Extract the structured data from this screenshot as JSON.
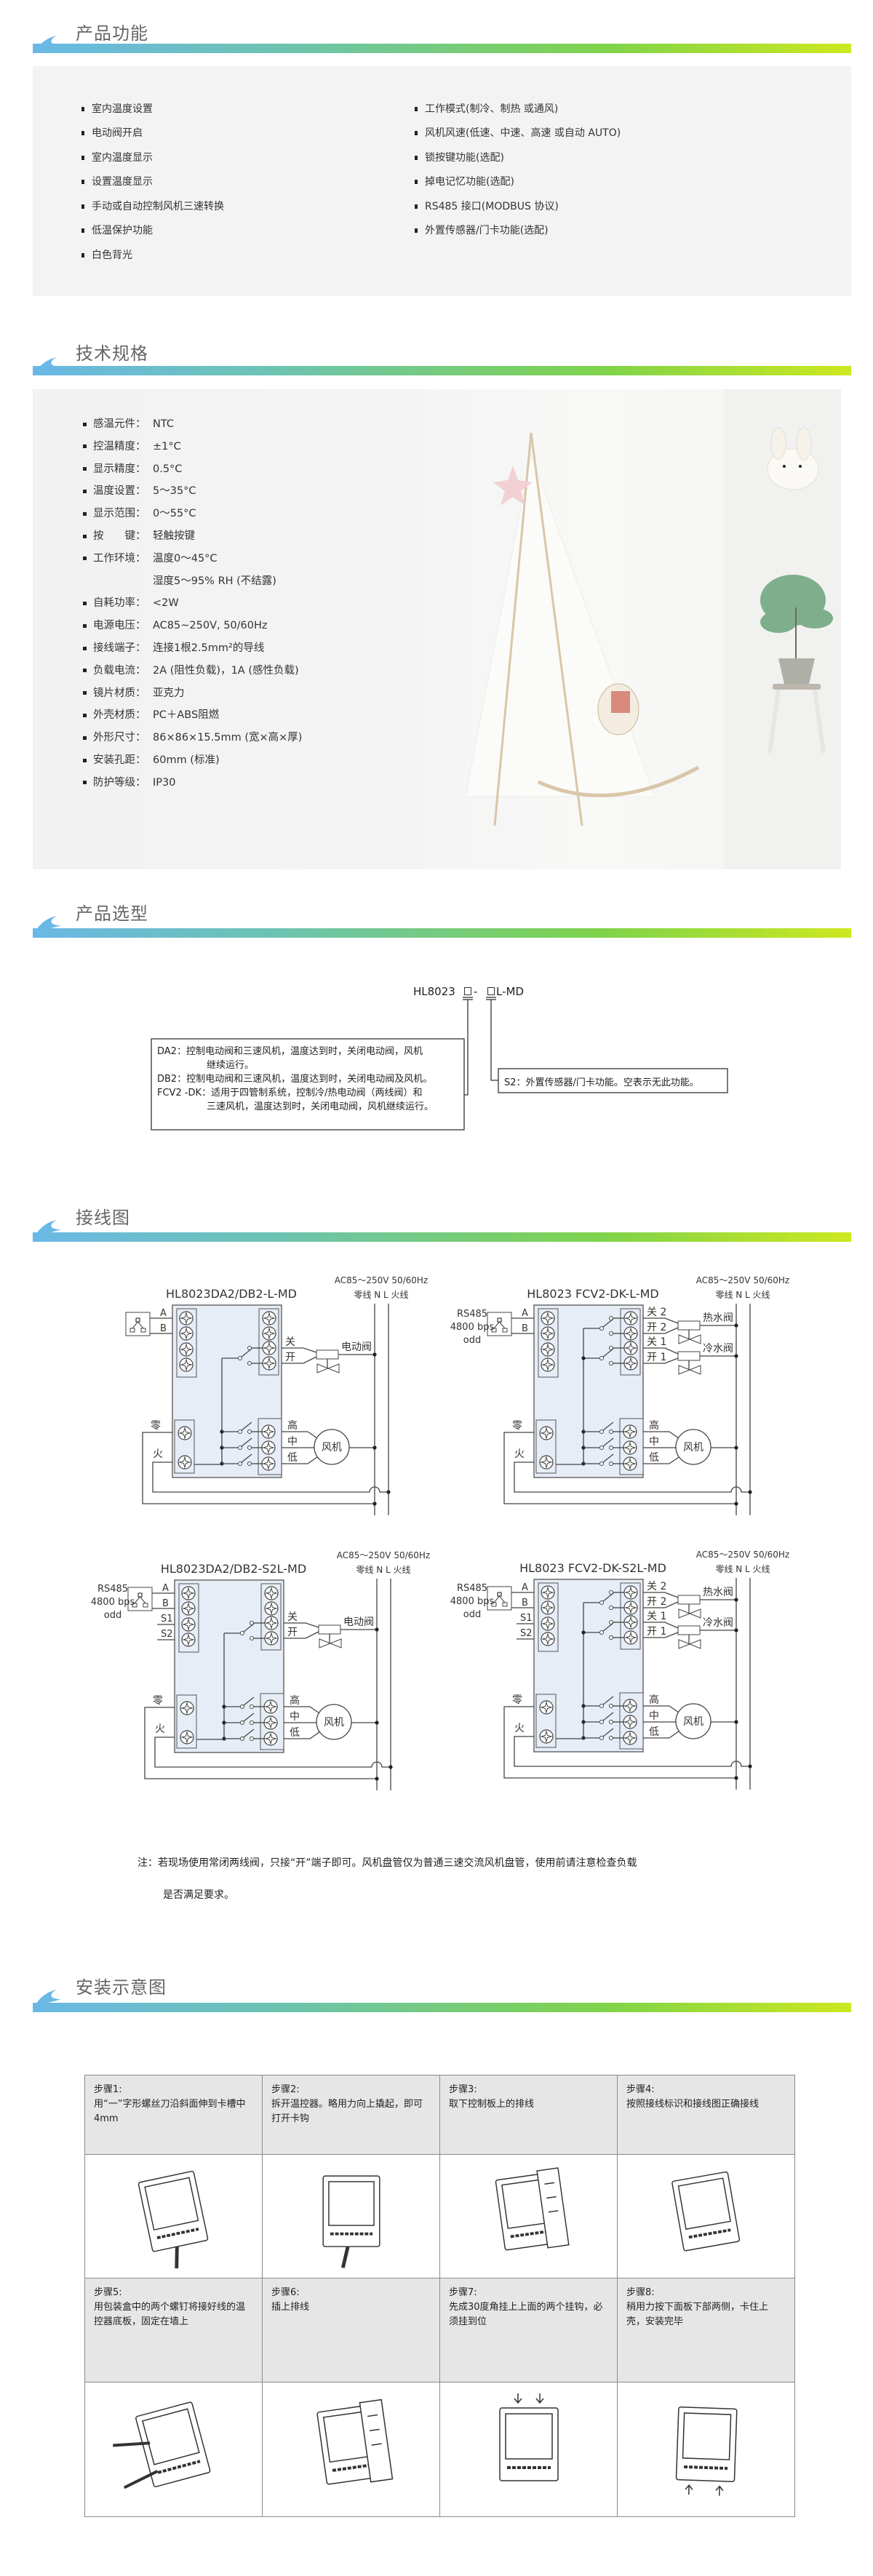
{
  "sections": {
    "features": "产品功能",
    "specs": "技术规格",
    "selection": "产品选型",
    "wiring": "接线图",
    "install": "安装示意图"
  },
  "features": {
    "left": [
      "室内温度设置",
      "电动阀开启",
      "室内温度显示",
      "设置温度显示",
      "手动或自动控制风机三速转换",
      "低温保护功能",
      "白色背光"
    ],
    "right": [
      "工作模式(制冷、制热 或通风)",
      "风机风速(低速、中速、高速 或自动 AUTO)",
      "锁按键功能(选配)",
      "掉电记忆功能(选配)",
      "RS485 接口(MODBUS 协议)",
      "外置传感器/门卡功能(选配)"
    ]
  },
  "specs": [
    {
      "k": "感温元件：",
      "v": "NTC"
    },
    {
      "k": "控温精度：",
      "v": "±1°C"
    },
    {
      "k": "显示精度：",
      "v": "0.5°C"
    },
    {
      "k": "温度设置：",
      "v": "5～35°C"
    },
    {
      "k": "显示范围：",
      "v": "0～55°C"
    },
    {
      "k": "按　　键：",
      "v": "轻触按键"
    },
    {
      "k": "工作环境：",
      "v": "温度0～45°C"
    },
    {
      "k": "",
      "v": "湿度5～95% RH (不结露)"
    },
    {
      "k": "自耗功率：",
      "v": "<2W"
    },
    {
      "k": "电源电压：",
      "v": "AC85~250V, 50/60Hz"
    },
    {
      "k": "接线端子：",
      "v": "连接1根2.5mm²的导线"
    },
    {
      "k": "负载电流：",
      "v": "2A (阻性负载)，1A (感性负载)"
    },
    {
      "k": "镜片材质：",
      "v": "亚克力"
    },
    {
      "k": "外壳材质：",
      "v": "PC＋ABS阻燃"
    },
    {
      "k": "外形尺寸：",
      "v": "86×86×15.5mm (宽×高×厚)"
    },
    {
      "k": "安装孔距：",
      "v": "60mm (标准)"
    },
    {
      "k": "防护等级：",
      "v": "IP30"
    }
  ],
  "selection": {
    "model_prefix": "HL8023",
    "model_dash": "-",
    "model_suffix": "L-MD",
    "left_lines": [
      "DA2：控制电动阀和三速风机，温度达到时，关闭电动阀，风机",
      "继续运行。",
      "DB2：控制电动阀和三速风机，温度达到时，关闭电动阀及风机。",
      "FCV2 -DK：适用于四管制系统，控制冷/热电动阀（两线阀）和",
      "三速风机，温度达到时，关闭电动阀，风机继续运行。"
    ],
    "right_text": "S2：外置传感器/门卡功能。空表示无此功能。"
  },
  "wiring": {
    "common": {
      "ac": "AC85～250V   50/60Hz",
      "nl": "零线 N   L 火线",
      "a": "A",
      "b": "B",
      "s1": "S1",
      "s2": "S2",
      "rs485": [
        "RS485",
        "4800 bps",
        "odd"
      ],
      "close": "关",
      "open": "开",
      "close1": "关 1",
      "open1": "开 1",
      "close2": "关 2",
      "open2": "开 2",
      "valve": "电动阀",
      "hot_valve": "热水阀",
      "cold_valve": "冷水阀",
      "high": "高",
      "mid": "中",
      "low": "低",
      "fan": "风机",
      "neutral": "零",
      "live": "火"
    },
    "diagrams": [
      {
        "title": "HL8023DA2/DB2-L-MD",
        "rs485_text": false,
        "s_terms": false,
        "valves": 1
      },
      {
        "title": "HL8023 FCV2-DK-L-MD",
        "rs485_text": true,
        "s_terms": false,
        "valves": 2
      },
      {
        "title": "HL8023DA2/DB2-S2L-MD",
        "rs485_text": true,
        "s_terms": true,
        "valves": 1
      },
      {
        "title": "HL8023 FCV2-DK-S2L-MD",
        "rs485_text": true,
        "s_terms": true,
        "valves": 2
      }
    ],
    "note_line1": "注：若现场使用常闭两线阀，只接“开”端子即可。风机盘管仅为普通三速交流风机盘管，使用前请注意检查负载",
    "note_line2": "是否满足要求。"
  },
  "install": {
    "steps": [
      {
        "label": "步骤1:",
        "text": "用“一”字形螺丝刀沿斜面伸到卡槽中4mm"
      },
      {
        "label": "步骤2:",
        "text": "拆开温控器。略用力向上撬起，即可打开卡钩"
      },
      {
        "label": "步骤3:",
        "text": "取下控制板上的排线"
      },
      {
        "label": "步骤4:",
        "text": "按照接线标识和接线图正确接线"
      },
      {
        "label": "步骤5:",
        "text": "用包装盒中的两个螺钉将接好线的温控器底板，固定在墙上"
      },
      {
        "label": "步骤6:",
        "text": "插上排线"
      },
      {
        "label": "步骤7:",
        "text": "先成30度角挂上上面的两个挂钩，必须挂到位"
      },
      {
        "label": "步骤8:",
        "text": "稍用力按下面板下部两侧，卡住上壳，安装完毕"
      }
    ]
  },
  "colors": {
    "bar_start": "#6ab8e6",
    "bar_end": "#cde81f",
    "panel": "#f3f3f3",
    "board": "#e6edf7"
  }
}
